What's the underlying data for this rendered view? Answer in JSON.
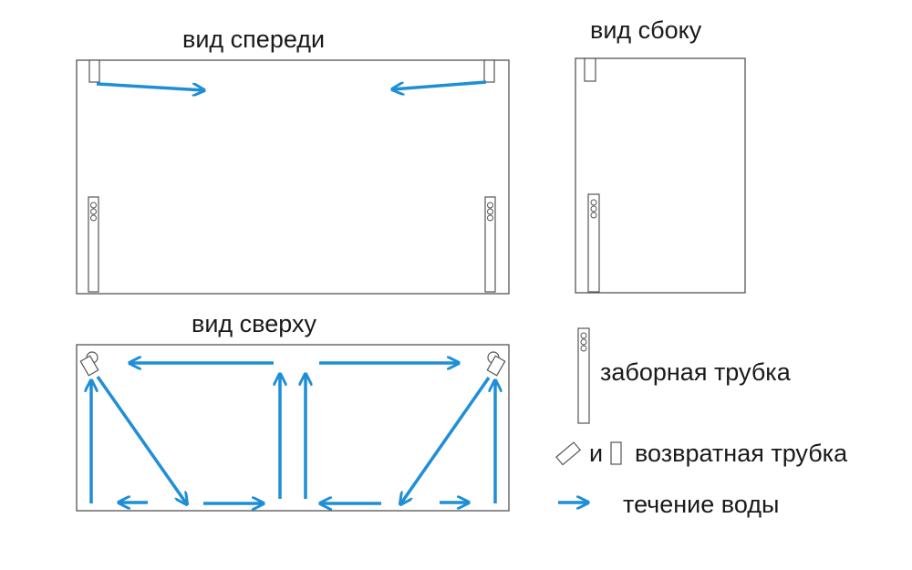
{
  "views": {
    "front_label": "вид спереди",
    "side_label": "вид сбоку",
    "top_label": "вид сверху"
  },
  "legend": {
    "intake_label": "заборная трубка",
    "return_conj": "и",
    "return_label": "возвратная трубка",
    "flow_label": "течение воды"
  },
  "colors": {
    "flow_arrow": "#1e8fd6",
    "outline": "#555555"
  }
}
